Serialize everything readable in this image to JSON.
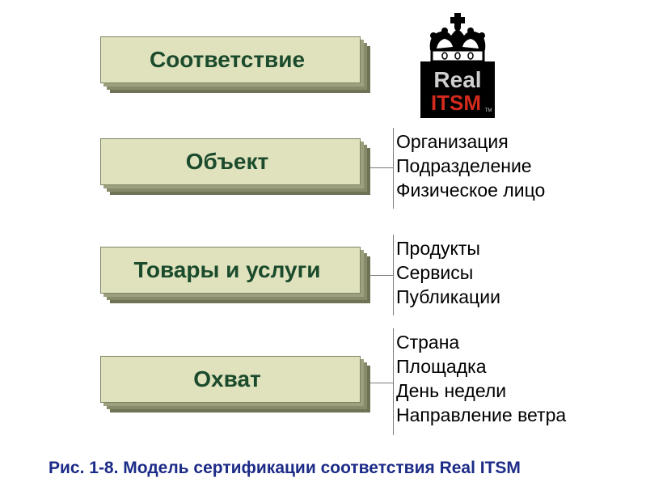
{
  "boxes": [
    {
      "label": "Соответствие"
    },
    {
      "label": "Объект"
    },
    {
      "label": "Товары и услуги"
    },
    {
      "label": "Охват"
    }
  ],
  "lists": {
    "object": [
      "Организация",
      "Подразделение",
      "Физическое лицо"
    ],
    "goods": [
      "Продукты",
      "Сервисы",
      "Публикации"
    ],
    "scope": [
      "Страна",
      "Площадка",
      "День недели",
      "Направление ветра"
    ]
  },
  "logo": {
    "line1": "Real",
    "line2": "ITSM",
    "tm": "TM"
  },
  "caption": "Рис. 1-8. Модель сертификации соответствия Real ITSM",
  "colors": {
    "box_fill": "#dfe2bd",
    "box_text": "#1b4b2c",
    "caption_text": "#1c2b87",
    "logo_bg": "#000000",
    "logo_red": "#d42a1e",
    "logo_gray": "#cfcfcf"
  }
}
